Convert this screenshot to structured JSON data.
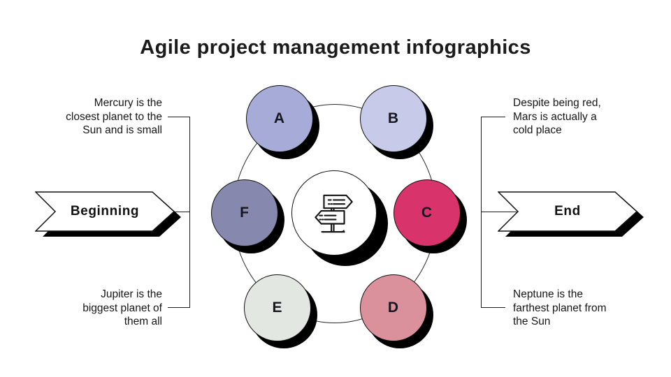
{
  "title": "Agile project management infographics",
  "diagram": {
    "center_icon": "signpost-icon",
    "nodes": [
      {
        "label": "A",
        "color": "#a6abd7"
      },
      {
        "label": "B",
        "color": "#c7cbe9"
      },
      {
        "label": "C",
        "color": "#d8336a"
      },
      {
        "label": "D",
        "color": "#db919c"
      },
      {
        "label": "E",
        "color": "#e3e7e1"
      },
      {
        "label": "F",
        "color": "#8688ad"
      }
    ]
  },
  "banners": {
    "beginning": "Beginning",
    "end": "End"
  },
  "annotations": {
    "top_left": {
      "lines": [
        "Mercury is the",
        "closest planet to the",
        "Sun and is small"
      ]
    },
    "bottom_left": {
      "lines": [
        "Jupiter is the",
        "biggest planet of",
        "them all"
      ]
    },
    "top_right": {
      "lines": [
        "Despite being red,",
        "Mars is actually a",
        "cold place"
      ]
    },
    "bottom_right": {
      "lines": [
        "Neptune is the",
        "farthest planet from",
        "the Sun"
      ]
    }
  },
  "colors": {
    "shadow": "#000000",
    "outline": "#101010",
    "text": "#1a1a1a",
    "accent": "#d8336a"
  }
}
